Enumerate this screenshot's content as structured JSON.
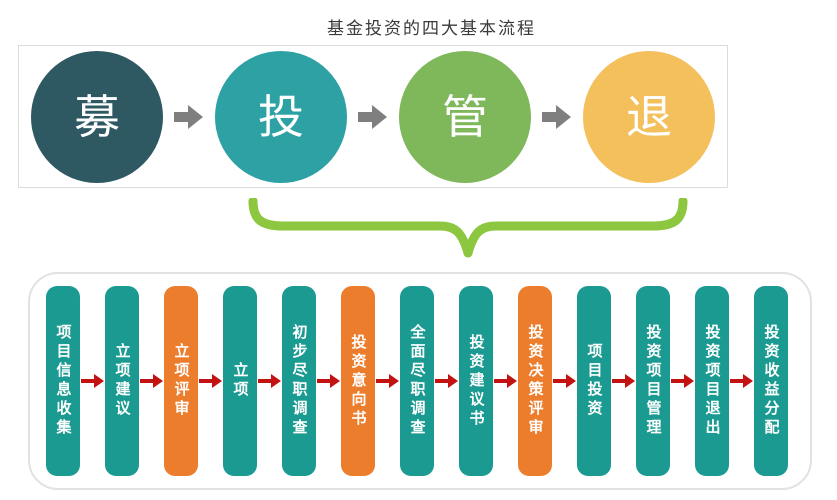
{
  "title": "基金投资的四大基本流程",
  "top_flow": {
    "steps": [
      {
        "label": "募",
        "color": "#2e5963"
      },
      {
        "label": "投",
        "color": "#2ea1a4"
      },
      {
        "label": "管",
        "color": "#7eb85a"
      },
      {
        "label": "退",
        "color": "#f3c05c"
      }
    ],
    "arrow_color": "#7f7f7f"
  },
  "brace": {
    "color": "#8dc63f"
  },
  "bottom_flow": {
    "steps": [
      {
        "label": "项目信息收集",
        "color": "#1b9a92"
      },
      {
        "label": "立项建议",
        "color": "#1b9a92"
      },
      {
        "label": "立项评审",
        "color": "#ec7d2d"
      },
      {
        "label": "立项",
        "color": "#1b9a92"
      },
      {
        "label": "初步尽职调查",
        "color": "#1b9a92"
      },
      {
        "label": "投资意向书",
        "color": "#ec7d2d"
      },
      {
        "label": "全面尽职调查",
        "color": "#1b9a92"
      },
      {
        "label": "投资建议书",
        "color": "#1b9a92"
      },
      {
        "label": "投资决策评审",
        "color": "#ec7d2d"
      },
      {
        "label": "项目投资",
        "color": "#1b9a92"
      },
      {
        "label": "投资项目管理",
        "color": "#1b9a92"
      },
      {
        "label": "投资项目退出",
        "color": "#1b9a92"
      },
      {
        "label": "投资收益分配",
        "color": "#1b9a92"
      }
    ],
    "arrow_color": "#c31212"
  }
}
